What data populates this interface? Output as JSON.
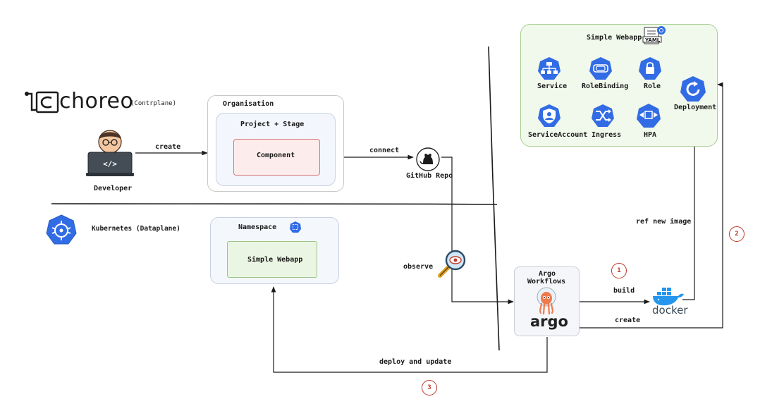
{
  "brand": {
    "logo_text": "choreo",
    "plane_note": "(Contrplane)"
  },
  "developer": {
    "label": "Developer"
  },
  "edges": {
    "create": "create",
    "connect": "connect",
    "observe": "observe",
    "build": "build",
    "create_image": "create",
    "ref_new_image": "ref new image",
    "deploy_update": "deploy and update"
  },
  "control_plane": {
    "organisation": "Organisation",
    "project_stage": "Project + Stage",
    "component": "Component"
  },
  "github": {
    "label": "GitHub Repo"
  },
  "kubernetes": {
    "label": "Kubernetes (Dataplane)"
  },
  "namespace": {
    "title": "Namespace",
    "app": "Simple Webapp"
  },
  "argo": {
    "title_line1": "Argo",
    "title_line2": "Workflows",
    "logo_text": "argo"
  },
  "docker": {
    "logo_text": "docker"
  },
  "webapp": {
    "title": "Simple Webapp",
    "yaml_tag": "YAML",
    "resources": [
      {
        "label": "Service",
        "icon": "service-icon"
      },
      {
        "label": "RoleBinding",
        "icon": "rolebinding-icon"
      },
      {
        "label": "Role",
        "icon": "role-icon"
      },
      {
        "label": "Deployment",
        "icon": "deployment-icon"
      },
      {
        "label": "ServiceAccount",
        "icon": "serviceaccount-icon"
      },
      {
        "label": "Ingress",
        "icon": "ingress-icon"
      },
      {
        "label": "HPA",
        "icon": "hpa-icon"
      }
    ]
  },
  "steps": [
    "1",
    "2",
    "3"
  ],
  "colors": {
    "k8s_blue": "#326ce5",
    "component_fill": "#fcecec",
    "component_border": "#d9787a",
    "app_fill": "#eaf6e3",
    "webapp_fill": "#f1f8ec",
    "panel_fill": "#f4f7fc",
    "step_red": "#c0392b",
    "docker_blue": "#2496ed",
    "argo_orange": "#ef7b4d"
  }
}
